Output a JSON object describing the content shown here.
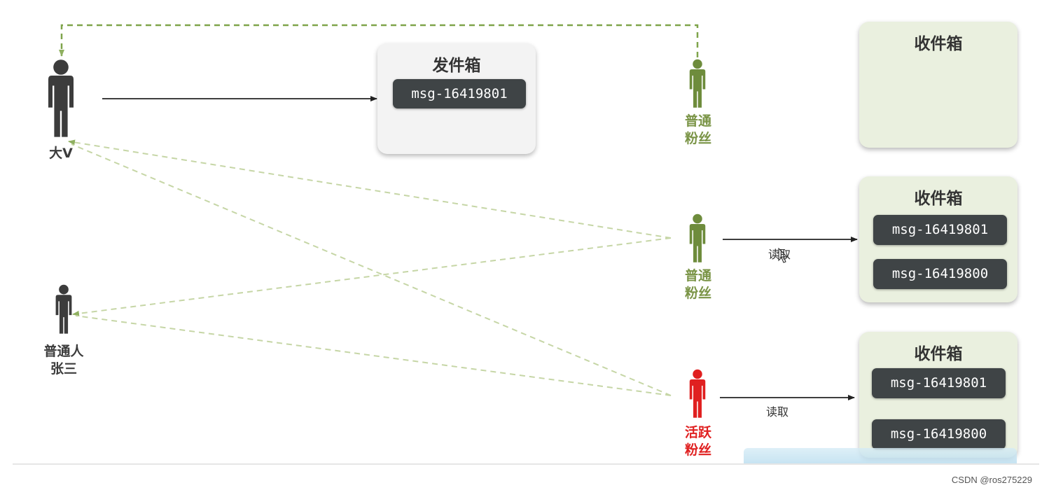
{
  "outbox": {
    "title": "发件箱",
    "messages": [
      "msg-16419801"
    ]
  },
  "inboxes": [
    {
      "title": "收件箱",
      "messages": []
    },
    {
      "title": "收件箱",
      "messages": [
        "msg-16419801",
        "msg-16419800"
      ]
    },
    {
      "title": "收件箱",
      "messages": [
        "msg-16419801",
        "msg-16419800"
      ]
    }
  ],
  "people": {
    "bigv": {
      "label": "大V"
    },
    "zhangsan": {
      "label_line1": "普通人",
      "label_line2": "张三"
    },
    "fan_top": {
      "label_line1": "普通",
      "label_line2": "粉丝"
    },
    "fan_mid": {
      "label_line1": "普通",
      "label_line2": "粉丝"
    },
    "fan_active": {
      "label_line1": "活跃",
      "label_line2": "粉丝"
    }
  },
  "read_label": "读取",
  "footer": "CSDN @ros275229",
  "colors": {
    "dark_person": "#3c3c3c",
    "green_person": "#6e8c3c",
    "red_person": "#e02020",
    "dashed_line": "#c6d6a6",
    "dashed_top": "#7fa44a",
    "message_bg": "#3f4446"
  }
}
